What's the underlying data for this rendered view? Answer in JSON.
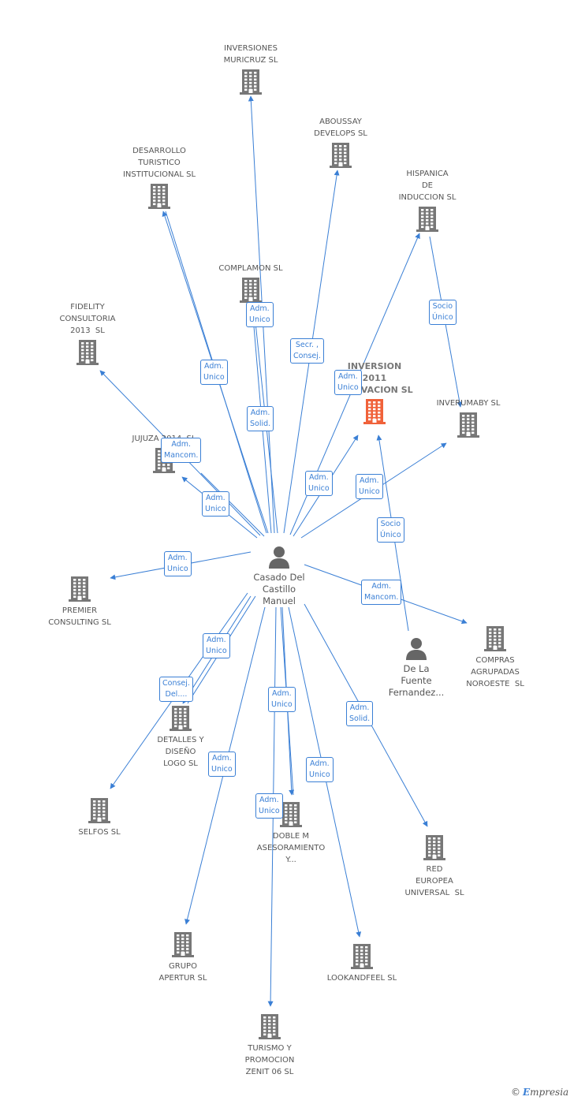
{
  "center": {
    "id": "casado",
    "label": "Casado Del\nCastillo\nManuel"
  },
  "nodes": [
    {
      "id": "muricruz",
      "label": "INVERSIONES\nMURICRUZ SL",
      "kind": "company"
    },
    {
      "id": "aboussay",
      "label": "ABOUSSAY\nDEVELOPS SL",
      "kind": "company"
    },
    {
      "id": "desarrollo",
      "label": "DESARROLLO\nTURISTICO\nINSTITUCIONAL SL",
      "kind": "company"
    },
    {
      "id": "hispanica",
      "label": "HISPANICA\nDE\nINDUCCION SL",
      "kind": "company"
    },
    {
      "id": "complamon",
      "label": "COMPLAMON SL",
      "kind": "company"
    },
    {
      "id": "fidelity",
      "label": "FIDELITY\nCONSULTORIA\n2013  SL",
      "kind": "company"
    },
    {
      "id": "inversion2011",
      "label": "INVERSION\n2011\nINNOVACION SL",
      "kind": "company-highlight"
    },
    {
      "id": "inverumaby",
      "label": "INVERUMABY SL",
      "kind": "company"
    },
    {
      "id": "jujuza",
      "label": "JUJUZA 2014  SL",
      "kind": "company"
    },
    {
      "id": "premier",
      "label": "PREMIER\nCONSULTING SL",
      "kind": "company"
    },
    {
      "id": "compras",
      "label": "COMPRAS\nAGRUPADAS\nNOROESTE  SL",
      "kind": "company"
    },
    {
      "id": "delafuente",
      "label": "De La\nFuente\nFernandez...",
      "kind": "person"
    },
    {
      "id": "detalles",
      "label": "DETALLES Y\nDISEÑO\nLOGO SL",
      "kind": "company"
    },
    {
      "id": "selfos",
      "label": "SELFOS SL",
      "kind": "company"
    },
    {
      "id": "doblem",
      "label": "DOBLE M\nASESORAMIENTO\nY...",
      "kind": "company"
    },
    {
      "id": "red",
      "label": "RED\nEUROPEA\nUNIVERSAL  SL",
      "kind": "company"
    },
    {
      "id": "grupo",
      "label": "GRUPO\nAPERTUR SL",
      "kind": "company"
    },
    {
      "id": "lookandfeel",
      "label": "LOOKANDFEEL SL",
      "kind": "company"
    },
    {
      "id": "turismo",
      "label": "TURISMO Y\nPROMOCION\nZENIT 06 SL",
      "kind": "company"
    }
  ],
  "edges": [
    {
      "from": "casado",
      "to": "muricruz",
      "label": "Adm.\nUnico"
    },
    {
      "from": "casado",
      "to": "aboussay",
      "label": "Secr. ,\nConsej."
    },
    {
      "from": "casado",
      "to": "desarrollo",
      "label": "Adm.\nUnico"
    },
    {
      "from": "casado",
      "to": "hispanica",
      "label": "Adm.\nUnico"
    },
    {
      "from": "casado",
      "to": "complamon",
      "label": "Adm.\nSolid."
    },
    {
      "from": "casado",
      "to": "fidelity",
      "label": "Adm.\nMancom."
    },
    {
      "from": "casado",
      "to": "inversion2011",
      "label": "Adm.\nUnico"
    },
    {
      "from": "casado",
      "to": "inverumaby",
      "label": "Adm.\nUnico"
    },
    {
      "from": "casado",
      "to": "jujuza",
      "label": "Adm.\nUnico"
    },
    {
      "from": "casado",
      "to": "premier",
      "label": "Adm.\nUnico"
    },
    {
      "from": "casado",
      "to": "compras",
      "label": "Adm.\nMancom."
    },
    {
      "from": "casado",
      "to": "detalles",
      "label": "Consej.\nDel...."
    },
    {
      "from": "casado",
      "to": "selfos",
      "label": "Adm.\nUnico"
    },
    {
      "from": "casado",
      "to": "doblem",
      "label": "Adm.\nUnico"
    },
    {
      "from": "casado",
      "to": "red",
      "label": "Adm.\nSolid."
    },
    {
      "from": "casado",
      "to": "grupo",
      "label": "Adm.\nUnico"
    },
    {
      "from": "casado",
      "to": "lookandfeel",
      "label": "Adm.\nUnico"
    },
    {
      "from": "casado",
      "to": "turismo",
      "label": "Adm.\nUnico"
    },
    {
      "from": "hispanica",
      "to": "inverumaby",
      "label": "Socio\nÚnico"
    },
    {
      "from": "delafuente",
      "to": "inversion2011",
      "label": "Socio\nÚnico"
    }
  ],
  "footer": {
    "copyright": "©",
    "brand_initial": "E",
    "brand_rest": "mpresia"
  },
  "colors": {
    "edge": "#3a7fd5",
    "company_icon": "#777777",
    "highlight_icon": "#f0623a"
  }
}
